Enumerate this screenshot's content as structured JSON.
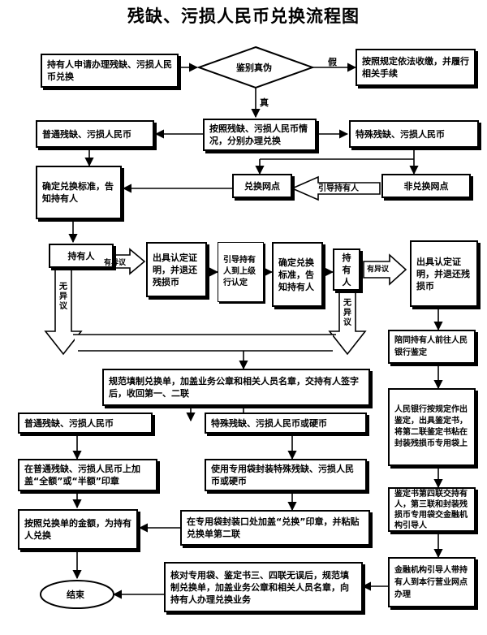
{
  "title": "残缺、污损人民币兑换流程图",
  "nodes": {
    "apply": "持有人申请办理残缺、污损人民币兑换",
    "identify": "鉴别真伪",
    "confiscate": "按照规定依法收缴，并履行相关手续",
    "ordinary": "普通残缺、污损人民币",
    "classify": "按照残缺、污损人民币情况，分别办理兑换",
    "special": "特殊残缺、污损人民币",
    "standard": "确定兑换标准，告知持有人",
    "exchange_point": "兑换网点",
    "non_exchange_point": "非兑换网点",
    "holder1": "持有人",
    "cert1": "出具认定证明，并退还残损币",
    "guide_up": "引导持有人到上级行认定",
    "standard2": "确定兑换标准，告知持有人",
    "holder2": "持有人",
    "cert2": "出具认定证明，并退还残损币",
    "accompany": "陪同持有人前往人民银行鉴定",
    "fill_form": "规范填制兑换单，加盖业务公章和相关人员名章，交持有人签字后，收回第一、二联",
    "ordinary2": "普通残缺、污损人民币",
    "special2": "特殊残缺、污损人民币或硬币",
    "pbc_cert": "人民银行按规定作出鉴定，出具鉴定书，将第二联鉴定书粘在封装残损币专用袋上",
    "stamp": "在普通残缺、污损人民币上加盖“全额”或“半额”印章",
    "seal_bag": "使用专用袋封装特殊残缺、污损人民币或硬币",
    "give_cert": "鉴定书第四联交持有人，第三联和封装残损币专用袋交金融机构引导人",
    "pay": "按照兑换单的金额，为持有人兑换",
    "stamp_bag": "在专用袋封装口处加盖“兑换”印章，并粘贴兑换单第二联",
    "guide_holder": "金融机构引导人带持有人到本行营业网点办理",
    "verify": "核对专用袋、鉴定书三、四联无误后，规范填制兑换单，加盖业务公章和相关人员名章，向持有人办理兑换业务",
    "end": "结束"
  },
  "labels": {
    "fake": "假",
    "real": "真",
    "guide_holder_label": "引导持有人",
    "objection1": "有异议",
    "no_objection1": "无异议",
    "objection2": "有异议",
    "no_objection2": "无异议"
  },
  "colors": {
    "line": "#000000",
    "background": "#ffffff"
  }
}
